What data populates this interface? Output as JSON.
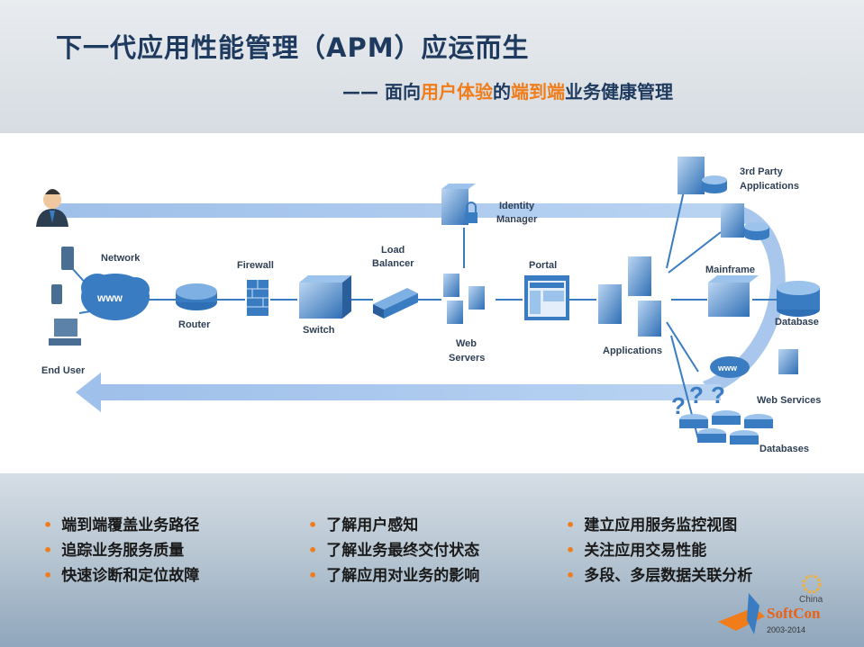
{
  "title": "下一代应用性能管理（APM）应运而生",
  "subtitle": {
    "dash": "—— ",
    "p1": "面向",
    "p2": "用户体验",
    "p3": "的",
    "p4": "端到端",
    "p5": "业务健康管理"
  },
  "diagram": {
    "labels": {
      "end_user": "End User",
      "network": "Network",
      "router": "Router",
      "firewall": "Firewall",
      "switch": "Switch",
      "load_balancer_1": "Load",
      "load_balancer_2": "Balancer",
      "web_servers_1": "Web",
      "web_servers_2": "Servers",
      "identity_1": "Identity",
      "identity_2": "Manager",
      "portal": "Portal",
      "applications": "Applications",
      "third_party_1": "3rd Party",
      "third_party_2": "Applications",
      "mainframe": "Mainframe",
      "database": "Database",
      "web_services": "Web Services",
      "databases": "Databases",
      "www": "www",
      "www_small": "www"
    }
  },
  "bullets": {
    "col1": [
      "端到端覆盖业务路径",
      "追踪业务服务质量",
      "快速诊断和定位故障"
    ],
    "col2": [
      "了解用户感知",
      "了解业务最终交付状态",
      "了解应用对业务的影响"
    ],
    "col3": [
      "建立应用服务监控视图",
      "关注应用交易性能",
      "多段、多层数据关联分析"
    ],
    "marker": "•"
  },
  "logo": {
    "country": "China",
    "brand": "SoftCon",
    "years": "2003-2014"
  },
  "colors": {
    "title": "#1f3a5f",
    "accent": "#f07c1a",
    "flow": "#a9c7ec",
    "device": "#3a7cc2"
  }
}
